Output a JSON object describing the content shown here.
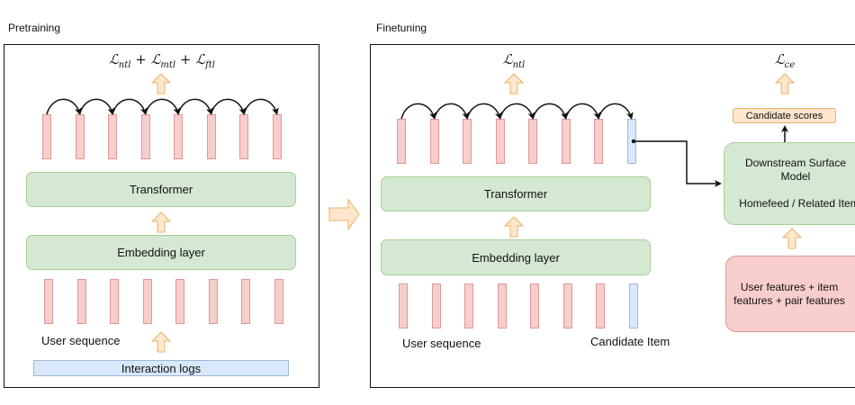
{
  "pretraining": {
    "title": "Pretraining",
    "loss_terms": [
      {
        "symbol": "ℒ",
        "sub": "ntl"
      },
      {
        "symbol": "ℒ",
        "sub": "mtl"
      },
      {
        "symbol": "ℒ",
        "sub": "ftl"
      }
    ],
    "loss_operator": "+",
    "transformer_label": "Transformer",
    "embedding_label": "Embedding layer",
    "user_sequence_label": "User sequence",
    "interaction_logs_label": "Interaction logs",
    "output_tokens": [
      "pink",
      "pink",
      "pink",
      "pink",
      "pink",
      "pink",
      "pink",
      "pink"
    ],
    "input_tokens": [
      "pink",
      "pink",
      "pink",
      "pink",
      "pink",
      "pink",
      "pink",
      "pink"
    ]
  },
  "transition_arrow": "right-arrow",
  "finetuning": {
    "title": "Finetuning",
    "loss_left": {
      "symbol": "ℒ",
      "sub": "ntl"
    },
    "loss_right": {
      "symbol": "ℒ",
      "sub": "ce"
    },
    "transformer_label": "Transformer",
    "embedding_label": "Embedding layer",
    "user_sequence_label": "User sequence",
    "candidate_item_label": "Candidate Item",
    "candidate_scores_label": "Candidate scores",
    "downstream_model": {
      "line1": "Downstream Surface",
      "line2": "Model",
      "line3": "Homefeed / Related Items"
    },
    "features_box": {
      "line1": "User features + item",
      "line2": "features + pair features"
    },
    "output_tokens": [
      "pink",
      "pink",
      "pink",
      "pink",
      "pink",
      "pink",
      "pink",
      "blue"
    ],
    "input_tokens": [
      "pink",
      "pink",
      "pink",
      "pink",
      "pink",
      "pink",
      "pink",
      "blue"
    ]
  },
  "colors": {
    "green_fill": "#d5e8d4",
    "pink_fill": "#f8cecc",
    "blue_fill": "#dae8fc",
    "orange_fill": "#ffe6cc",
    "orange_stroke": "#e3b46a"
  }
}
